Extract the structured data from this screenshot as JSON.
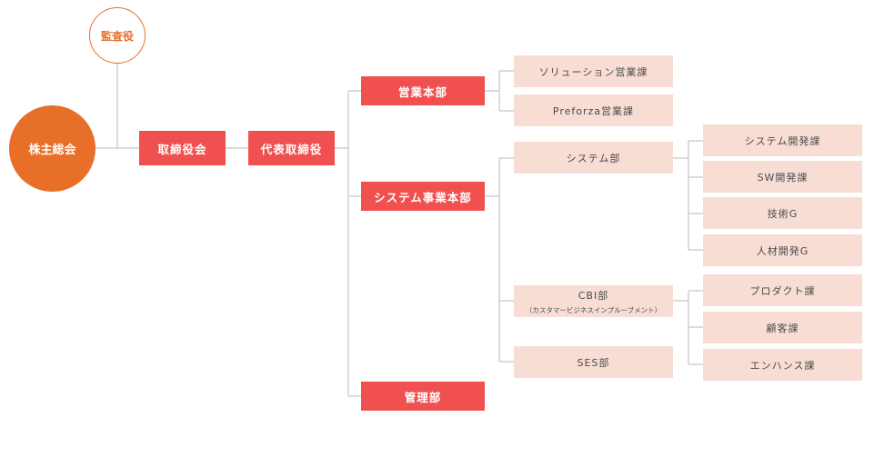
{
  "nodes": {
    "shareholders": "株主総会",
    "auditor": "監査役",
    "board": "取締役会",
    "ceo": "代表取締役",
    "sales_hq": "営業本部",
    "solution_sales": "ソリューション営業課",
    "preforza_sales": "Preforza営業課",
    "system_hq": "システム事業本部",
    "system_dept": "システム部",
    "system_dev": "システム開発課",
    "sw_dev": "SW開発課",
    "tech_g": "技術G",
    "hr_dev_g": "人材開発G",
    "cbi_dept": "CBI部",
    "cbi_dept_sub": "（カスタマービジネスインプルーブメント）",
    "product": "プロダクト課",
    "customer": "顧客課",
    "enhance": "エンハンス課",
    "ses_dept": "SES部",
    "admin_dept": "管理部"
  },
  "colors": {
    "orange": "#e76f28",
    "red": "#f0504f",
    "pink": "#f8ddd4",
    "line": "#c8c8c8"
  }
}
